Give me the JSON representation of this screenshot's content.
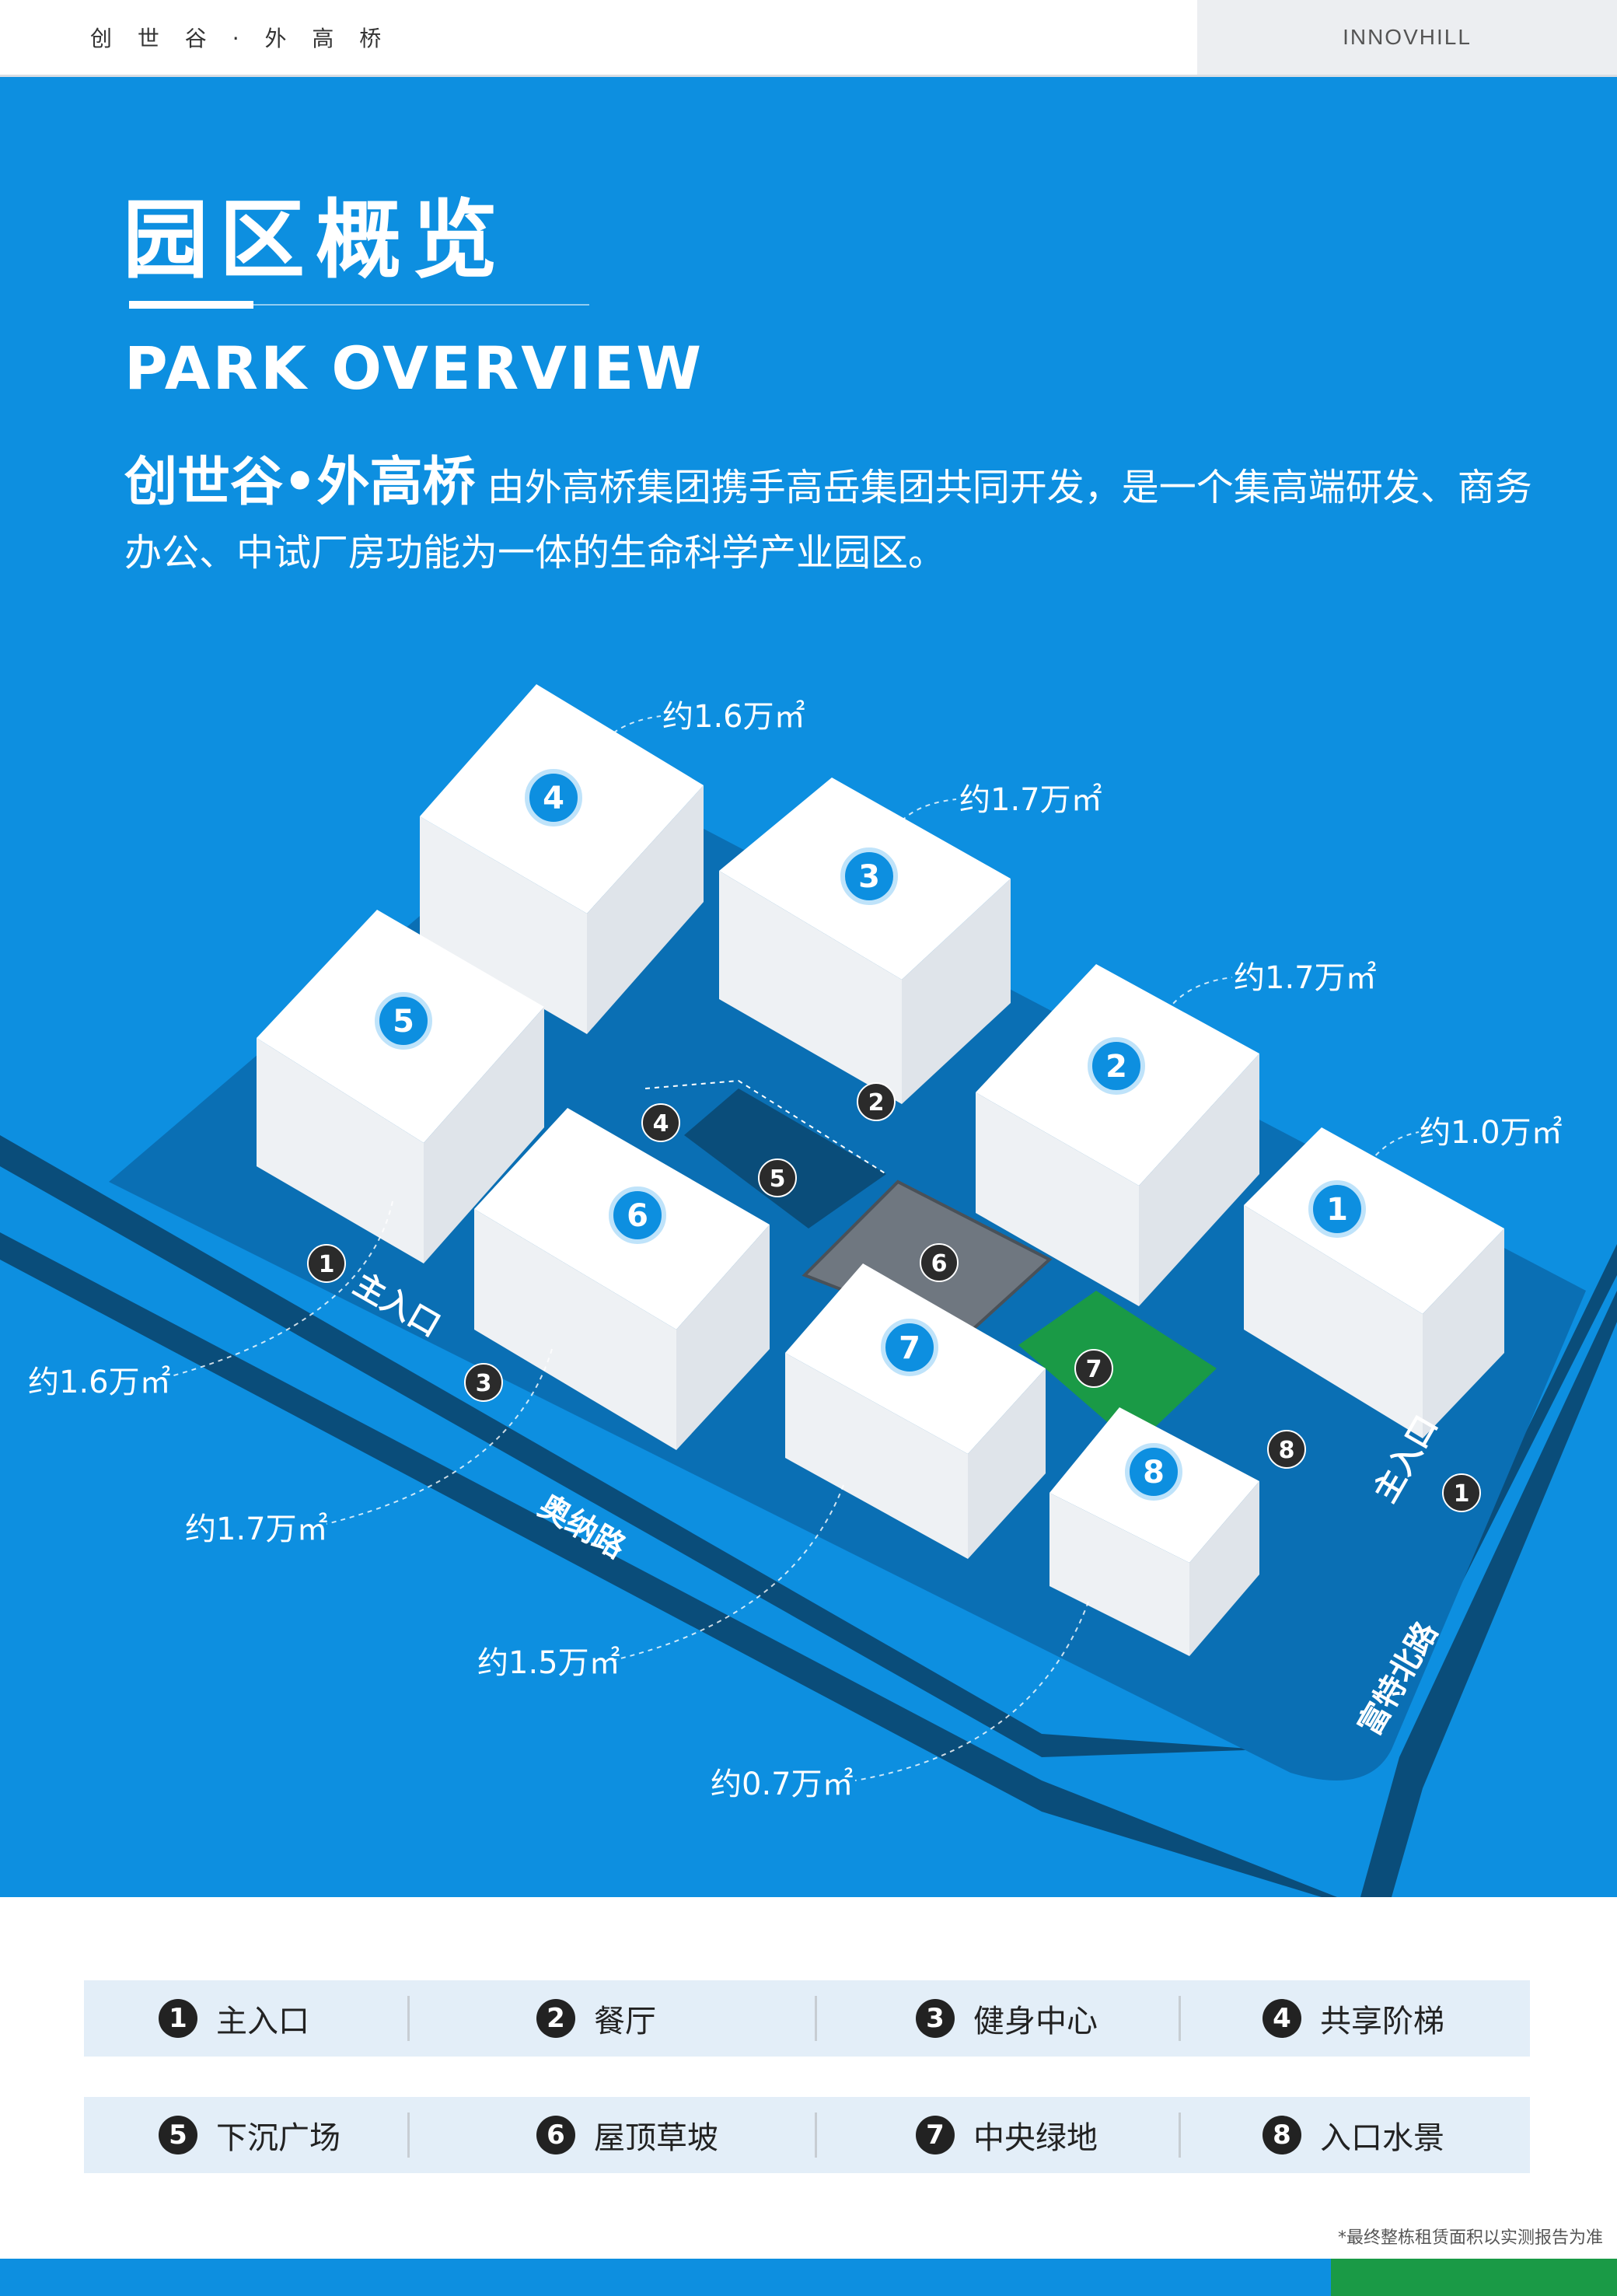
{
  "header": {
    "brand": "创 世 谷 · 外 高 桥",
    "tag": "INNOVHILL"
  },
  "hero": {
    "title_cn": "园区概览",
    "title_en": "PARK OVERVIEW",
    "intro_lead": "创世谷•外高桥",
    "intro_body": "由外高桥集团携手高岳集团共同开发，是一个集高端研发、商务办公、中试厂房功能为一体的生命科学产业园区。"
  },
  "map": {
    "buildings": [
      {
        "num": "1",
        "area": "约1.0万㎡"
      },
      {
        "num": "2",
        "area": "约1.7万㎡"
      },
      {
        "num": "3",
        "area": "约1.7万㎡"
      },
      {
        "num": "4",
        "area": "约1.6万㎡"
      },
      {
        "num": "5",
        "area": "约1.6万㎡"
      },
      {
        "num": "6",
        "area": "约1.7万㎡"
      },
      {
        "num": "7",
        "area": "约1.5万㎡"
      },
      {
        "num": "8",
        "area": "约0.7万㎡"
      }
    ],
    "markers": [
      "1",
      "2",
      "3",
      "4",
      "5",
      "6",
      "7",
      "8"
    ],
    "road_entrance_w": "主入口",
    "road_entrance_e": "主入口",
    "road_south": "奥纳路",
    "road_east": "富特北路"
  },
  "legend": {
    "items": [
      {
        "num": "1",
        "label": "主入口"
      },
      {
        "num": "2",
        "label": "餐厅"
      },
      {
        "num": "3",
        "label": "健身中心"
      },
      {
        "num": "4",
        "label": "共享阶梯"
      },
      {
        "num": "5",
        "label": "下沉广场"
      },
      {
        "num": "6",
        "label": "屋顶草坡"
      },
      {
        "num": "7",
        "label": "中央绿地"
      },
      {
        "num": "8",
        "label": "入口水景"
      }
    ]
  },
  "disclaimer": "*最终整栋租赁面积以实测报告为准",
  "colors": {
    "brand_blue": "#0d8fe0",
    "site_blue": "#0a6fb4",
    "road_dark": "#0a4d7a",
    "green": "#1a9a46"
  }
}
